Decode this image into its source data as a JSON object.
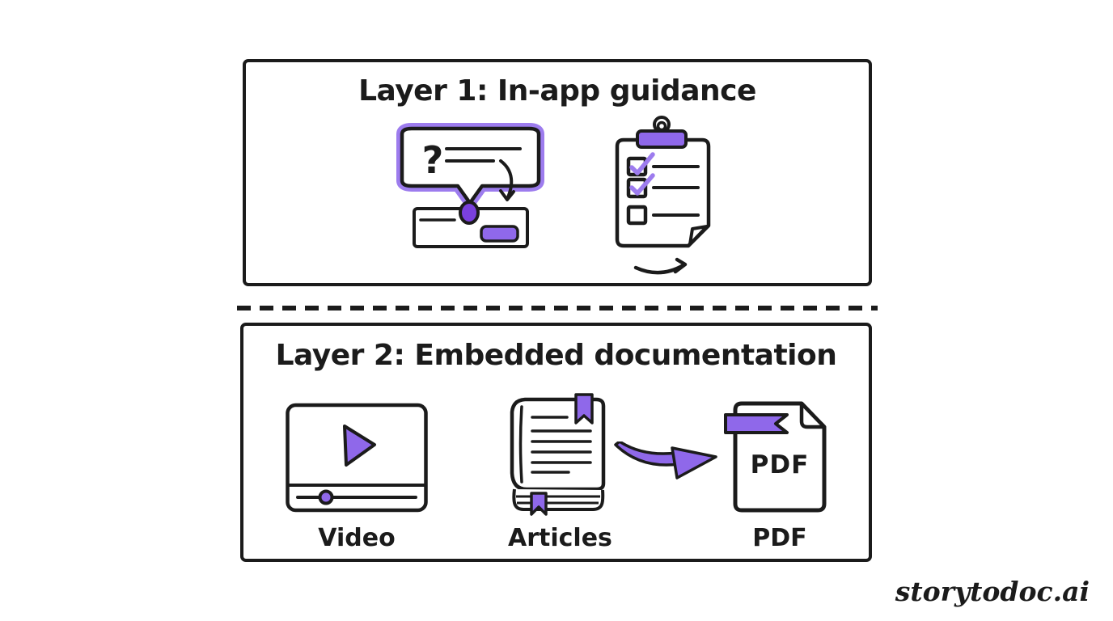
{
  "colors": {
    "ink": "#1b1b1b",
    "bg": "#ffffff",
    "purple": "#8f68ea",
    "purple_light": "#9d7cee",
    "purple_deep": "#7a40dd"
  },
  "layer1": {
    "title": "Layer 1: In-app guidance",
    "tooltip_icon": {
      "name": "tooltip-question-bubble-icon",
      "question_mark": "?"
    },
    "clipboard_icon": {
      "name": "checklist-clipboard-icon",
      "items_checked": 2,
      "items_total": 3
    },
    "arrow_icon": {
      "name": "flow-arrow-icon"
    }
  },
  "divider": {
    "name": "dashed-divider"
  },
  "layer2": {
    "title": "Layer 2: Embedded documentation",
    "items": [
      {
        "icon": "video-player-icon",
        "label": "Video"
      },
      {
        "icon": "articles-book-icon",
        "label": "Articles"
      },
      {
        "icon": "pdf-file-icon",
        "label": "PDF",
        "file_text": "PDF"
      }
    ],
    "arrow_icon": {
      "name": "purple-curved-arrow-icon"
    }
  },
  "watermark": {
    "text": "storytodoc.ai"
  }
}
